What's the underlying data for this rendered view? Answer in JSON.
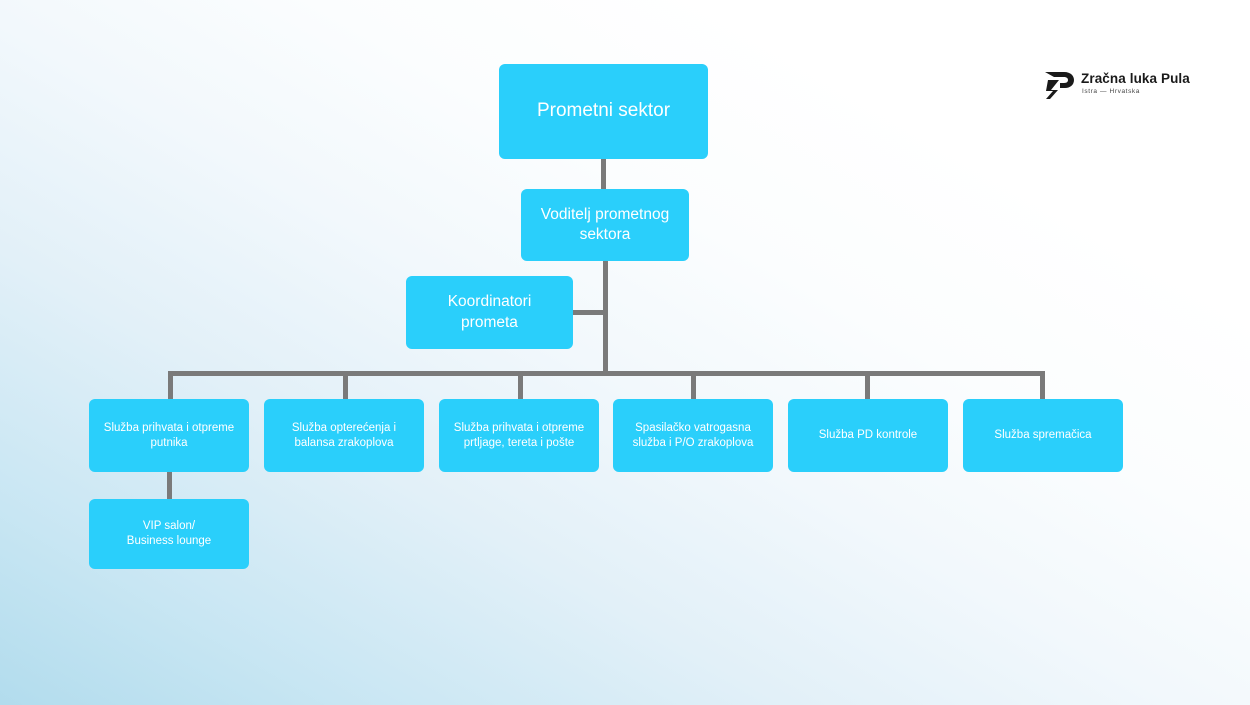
{
  "theme": {
    "node_color": "#2acffb",
    "node_text_color": "#ffffff",
    "connector_color": "#7a7a7a",
    "background_from": "#b2dced",
    "background_to": "#ffffff"
  },
  "logo": {
    "name": "Zračna luka Pula",
    "tagline": "Istra — Hrvatska",
    "mark": "stylized-p-bird-mark"
  },
  "chart_data": {
    "type": "org-chart",
    "title": "Prometni sektor",
    "levels": [
      {
        "level": 1,
        "nodes": [
          "Prometni sektor"
        ]
      },
      {
        "level": 2,
        "nodes": [
          "Voditelj prometnog sektora"
        ]
      },
      {
        "level": 3,
        "nodes": [
          "Koordinatori prometa"
        ]
      },
      {
        "level": 4,
        "nodes": [
          "Služba prihvata i otpreme putnika",
          "Služba opterećenja i balansa zrakoplova",
          "Služba prihvata i otpreme prtljage, tereta i pošte",
          "Spasilačko vatrogasna služba i P/O zrakoplova",
          "Služba PD kontrole",
          "Služba spremačica"
        ]
      },
      {
        "level": 5,
        "nodes": [
          "VIP salon/ Business lounge"
        ]
      }
    ]
  },
  "nodes": {
    "root": {
      "label": "Prometni sektor"
    },
    "manager": {
      "label": "Voditelj prometnog\nsektora"
    },
    "coordinators": {
      "label": "Koordinatori\nprometa"
    },
    "dept1": {
      "label": "Služba prihvata i otpreme\nputnika"
    },
    "dept2": {
      "label": "Služba opterećenja i\nbalansa zrakoplova"
    },
    "dept3": {
      "label": "Služba prihvata i otpreme\nprtljage, tereta i pošte"
    },
    "dept4": {
      "label": "Spasilačko vatrogasna\nslužba i P/O zrakoplova"
    },
    "dept5": {
      "label": "Služba PD kontrole"
    },
    "dept6": {
      "label": "Služba spremačica"
    },
    "vip": {
      "label": "VIP salon/\nBusiness lounge"
    }
  }
}
